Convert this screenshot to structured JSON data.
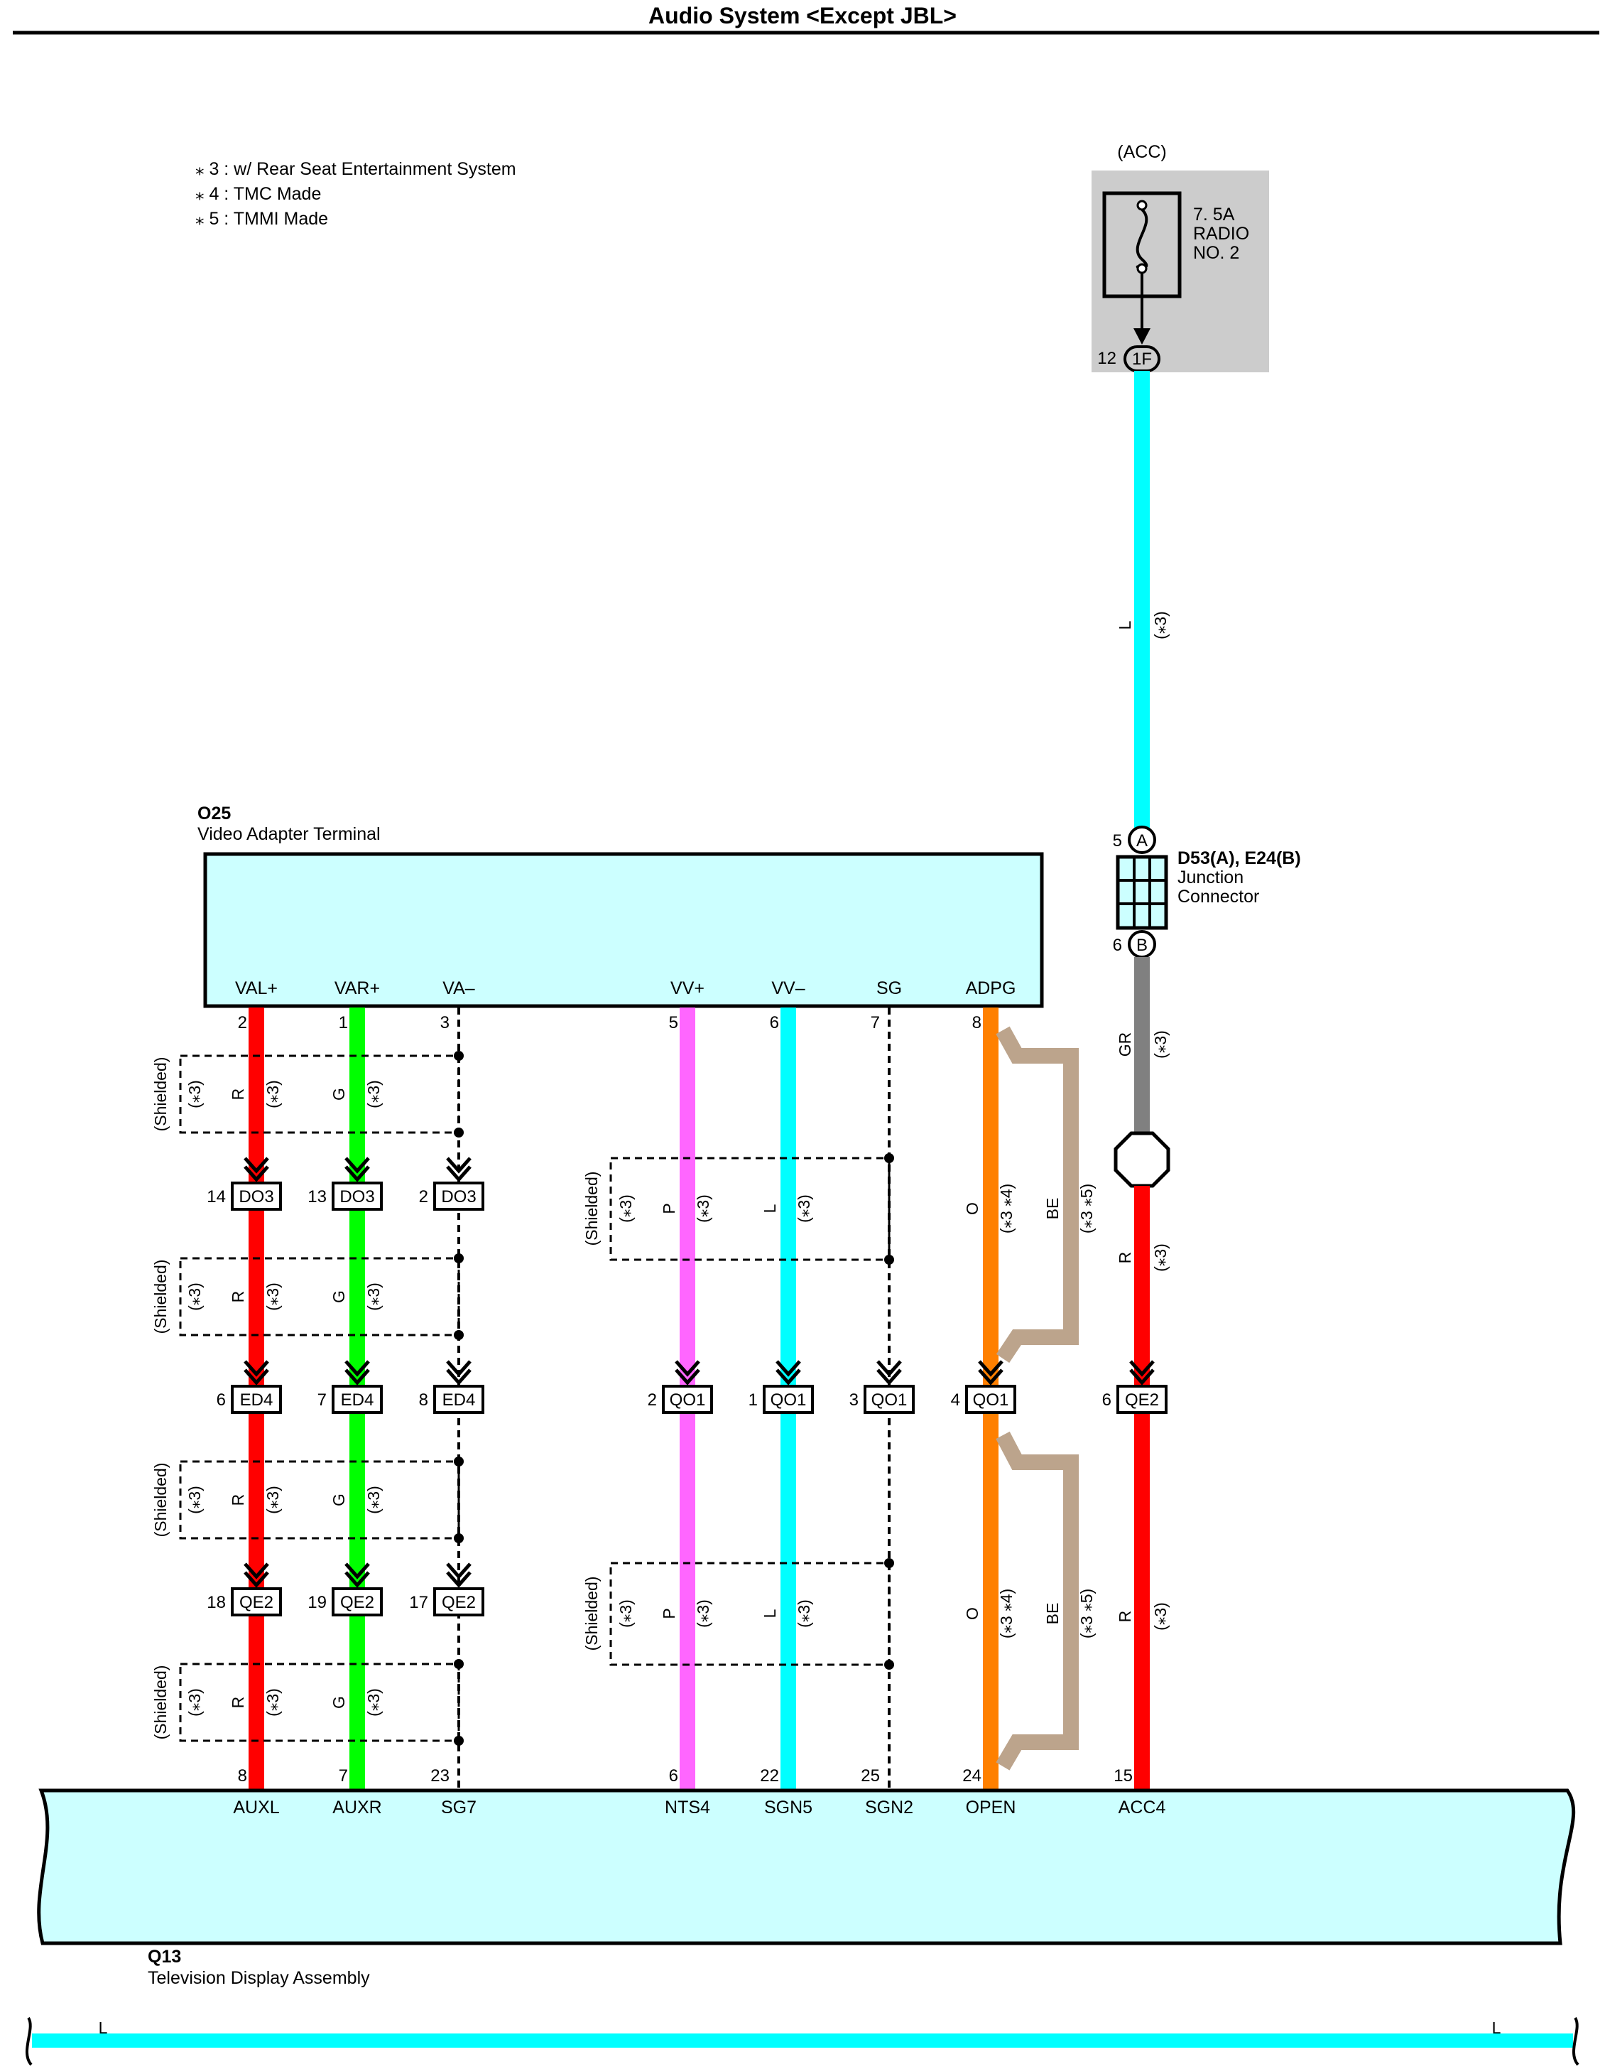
{
  "title": "Audio System <Except JBL>",
  "legend": [
    "⁎ 3 : w/ Rear Seat Entertainment System",
    "⁎ 4 : TMC Made",
    "⁎ 5 : TMMI Made"
  ],
  "colors": {
    "R": "#ff0000",
    "G": "#00ff00",
    "P": "#ff66ff",
    "L": "#00ffff",
    "O": "#ff8000",
    "BE": "#bca48c",
    "GR": "#808080",
    "component_fill": "#ccffff",
    "fuse_box": "#cccccc"
  },
  "fuse": {
    "label": "(ACC)",
    "line1": "7. 5A",
    "line2": "RADIO",
    "line3": "NO. 2",
    "pin": "12",
    "conn": "1F"
  },
  "junction": {
    "id": "D53(A), E24(B)",
    "name1": "Junction",
    "name2": "Connector",
    "pin_a": "5",
    "letter_a": "A",
    "pin_b": "6",
    "letter_b": "B"
  },
  "o25": {
    "id": "O25",
    "name": "Video Adapter Terminal",
    "terminals": [
      "VAL+",
      "VAR+",
      "VA–",
      "VV+",
      "VV–",
      "SG",
      "ADPG"
    ],
    "pins": [
      "2",
      "1",
      "3",
      "5",
      "6",
      "7",
      "8"
    ]
  },
  "q13": {
    "id": "Q13",
    "name": "Television Display Assembly",
    "terminals": [
      "AUXL",
      "AUXR",
      "SG7",
      "NTS4",
      "SGN5",
      "SGN2",
      "OPEN",
      "ACC4"
    ],
    "pins": [
      "8",
      "7",
      "23",
      "6",
      "22",
      "25",
      "24",
      "15"
    ]
  },
  "connectors": {
    "row1": {
      "name": "DO3",
      "pins": [
        "14",
        "13",
        "2"
      ]
    },
    "row2": {
      "name": "ED4",
      "pins": [
        "6",
        "7",
        "8"
      ]
    },
    "row2b": {
      "name": "QO1",
      "pins": [
        "2",
        "1",
        "3",
        "4"
      ]
    },
    "row2c": {
      "name": "QE2",
      "pin": "6"
    },
    "row3": {
      "name": "QE2",
      "pins": [
        "18",
        "19",
        "17"
      ]
    }
  },
  "labels": {
    "shielded": "(Shielded)",
    "opt3": "(⁎3)",
    "opt34": "(⁎3 ⁎4)",
    "opt35": "(⁎3 ⁎5)",
    "R": "R",
    "G": "G",
    "P": "P",
    "L": "L",
    "O": "O",
    "BE": "BE",
    "GR": "GR"
  },
  "bottom_bus": {
    "left": "L",
    "right": "L"
  }
}
